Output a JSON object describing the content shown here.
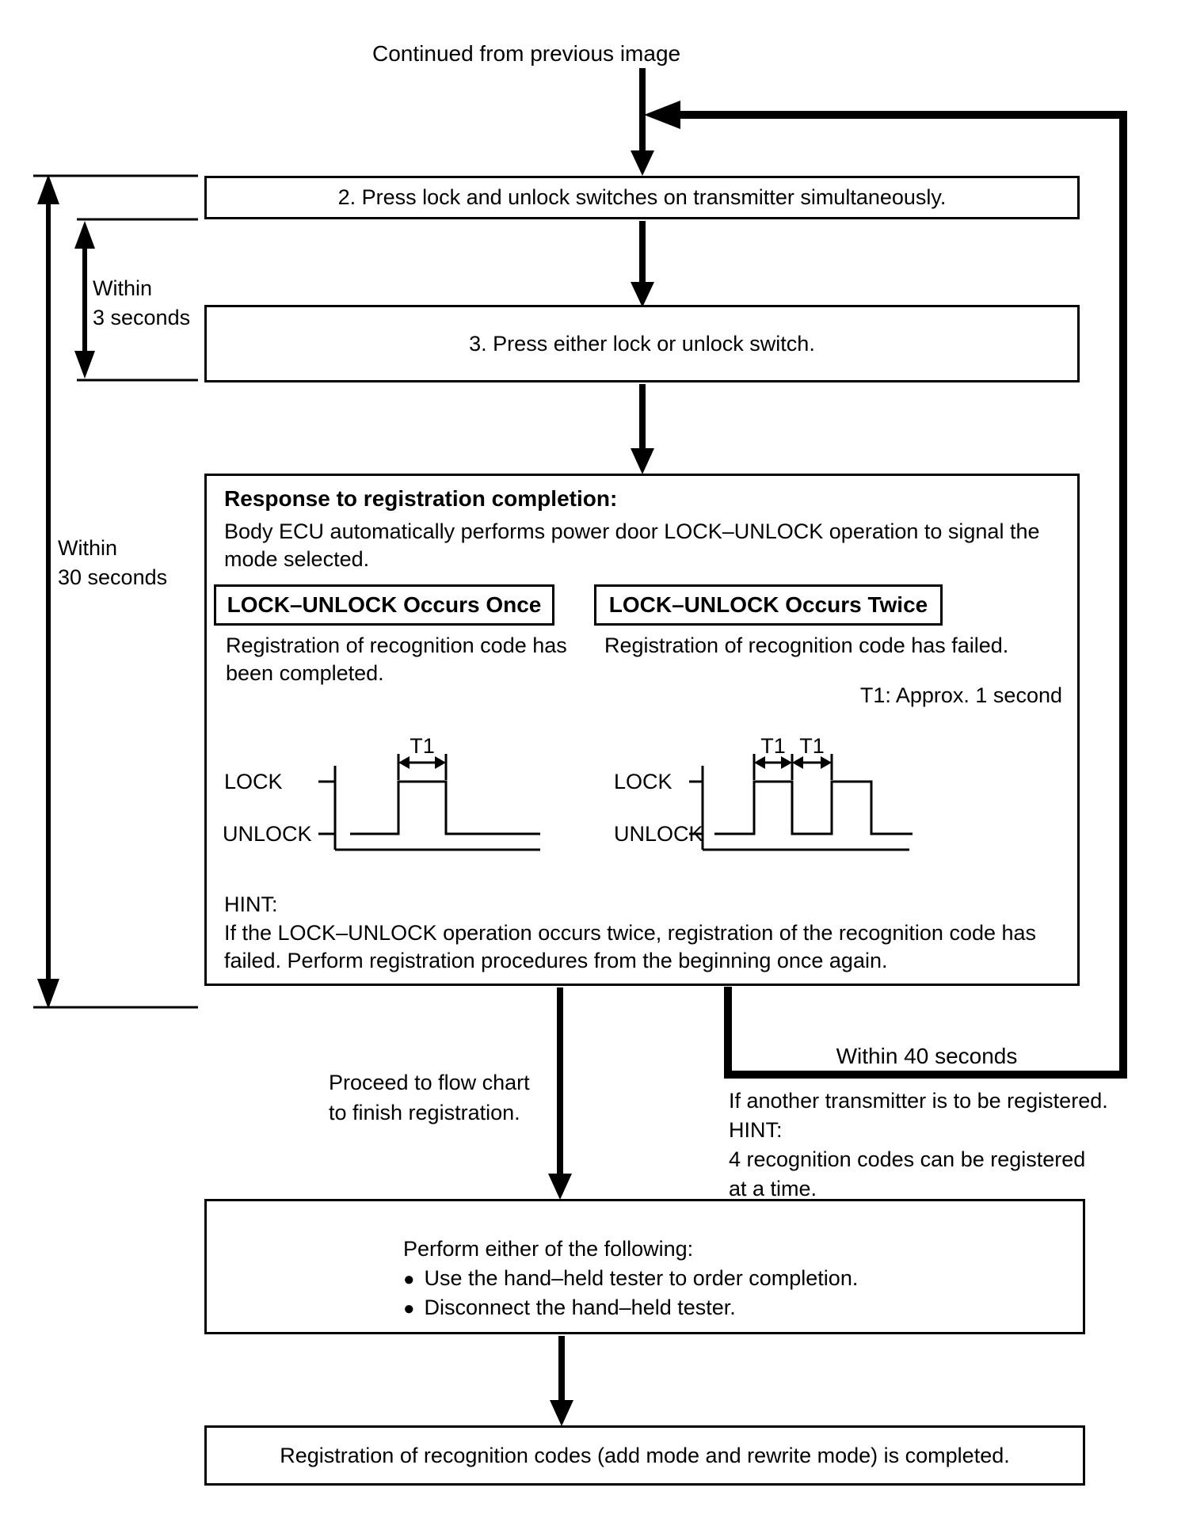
{
  "header": {
    "continued_label": "Continued from previous image"
  },
  "timing": {
    "within_30s_line1": "Within",
    "within_30s_line2": "30 seconds",
    "within_3s_line1": "Within",
    "within_3s_line2": "3 seconds",
    "within_40s": "Within 40 seconds"
  },
  "steps": {
    "step2": "2. Press lock and unlock switches on transmitter simultaneously.",
    "step3": "3. Press either lock or unlock switch."
  },
  "response_box": {
    "title": "Response to registration completion:",
    "body_lines": [
      "Body ECU automatically performs power door LOCK–UNLOCK operation to signal the",
      "mode selected."
    ],
    "once": {
      "label": "LOCK–UNLOCK Occurs Once",
      "desc_lines": [
        "Registration of recognition code has",
        "been completed."
      ]
    },
    "twice": {
      "label": "LOCK–UNLOCK Occurs Twice",
      "desc_lines": [
        "Registration of recognition code has failed."
      ]
    },
    "t1_note": "T1: Approx. 1 second",
    "waveform": {
      "lock_label": "LOCK",
      "unlock_label": "UNLOCK",
      "t1_label": "T1"
    },
    "hint": {
      "title": "HINT:",
      "lines": [
        "If the LOCK–UNLOCK operation occurs twice, registration of the recognition code has",
        "failed. Perform registration procedures from the beginning once again."
      ]
    }
  },
  "branches": {
    "proceed_lines": [
      "Proceed to flow chart",
      "to finish registration."
    ],
    "another_transmitter_lines": [
      "If another transmitter is to be registered.",
      "HINT:",
      "4 recognition codes can be registered",
      "at a time."
    ]
  },
  "perform_box": {
    "title": "Perform either of the following:",
    "bullet": "●",
    "items": [
      "Use the hand–held tester to order completion.",
      "Disconnect the hand–held tester."
    ]
  },
  "final_box": {
    "text": "Registration of recognition codes (add mode and rewrite mode) is completed."
  }
}
